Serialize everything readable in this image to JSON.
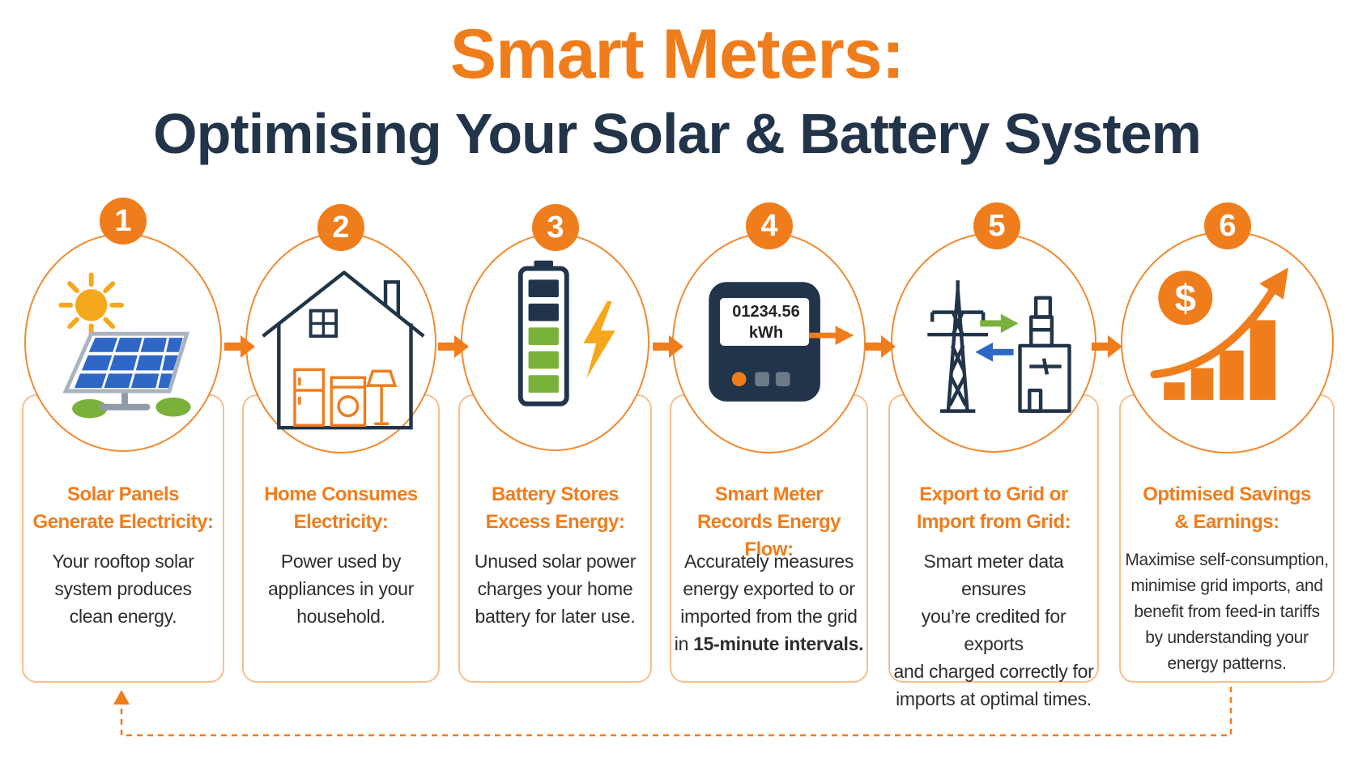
{
  "header": {
    "title_line1": "Smart Meters:",
    "title_line2": "Optimising Your Solar & Battery System"
  },
  "colors": {
    "accent_orange": "#f07d1c",
    "navy": "#223449",
    "green": "#7ab13a",
    "blue": "#2f67c7",
    "text": "#2e2e2e"
  },
  "steps": [
    {
      "number": "1",
      "icon": "solar-panel-sun-icon",
      "title_line1": "Solar Panels",
      "title_line2": "Generate Electricity:",
      "desc_lines": [
        "Your rooftop solar",
        "system produces",
        "clean energy."
      ]
    },
    {
      "number": "2",
      "icon": "house-appliances-icon",
      "title_line1": "Home Consumes",
      "title_line2": "Electricity:",
      "desc_lines": [
        "Power used by",
        "appliances in your",
        "household."
      ]
    },
    {
      "number": "3",
      "icon": "battery-charging-icon",
      "title_line1": "Battery Stores",
      "title_line2": "Excess Energy:",
      "desc_lines": [
        "Unused solar power",
        "charges your home",
        "battery for later use."
      ]
    },
    {
      "number": "4",
      "icon": "smart-meter-icon",
      "meter_reading": "01234.56",
      "meter_unit": "kWh",
      "title_line1": "Smart Meter",
      "title_line2": "Records Energy Flow:",
      "desc_lines": [
        "Accurately measures",
        "energy exported to or",
        "imported from the grid"
      ],
      "desc_prefix": "in ",
      "desc_bold": "15-minute intervals."
    },
    {
      "number": "5",
      "icon": "grid-tower-exchange-icon",
      "title_line1": "Export to Grid or",
      "title_line2": "Import from Grid:",
      "desc_lines": [
        "Smart meter data ensures",
        "you’re credited for exports",
        "and charged correctly for",
        "imports at optimal times."
      ]
    },
    {
      "number": "6",
      "icon": "savings-growth-chart-icon",
      "title_line1": "Optimised Savings",
      "title_line2": "& Earnings:",
      "desc_lines": [
        "Maximise self-consumption,",
        "minimise grid imports, and",
        "benefit from feed-in tariffs",
        "by understanding your",
        "energy patterns."
      ]
    }
  ]
}
